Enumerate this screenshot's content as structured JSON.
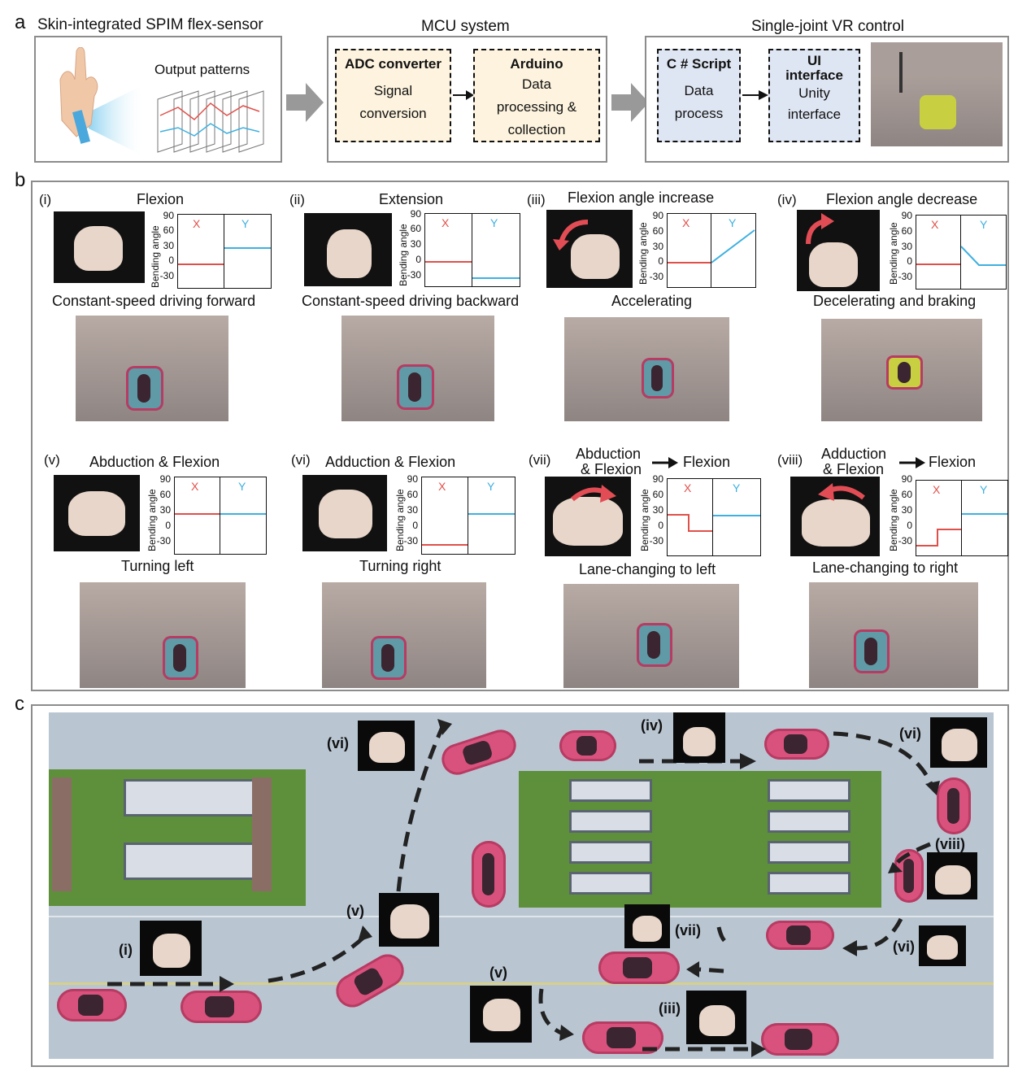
{
  "panel_a": {
    "letter": "a",
    "sensor_title": "Skin-integrated SPIM flex-sensor",
    "output_patterns": "Output patterns",
    "mcu_title": "MCU system",
    "adc_title": "ADC converter",
    "adc_text1": "Signal",
    "adc_text2": "conversion",
    "arduino_title": "Arduino",
    "arduino_text1": "Data",
    "arduino_text2": "processing &",
    "arduino_text3": "collection",
    "vr_title": "Single-joint VR control",
    "cs_title": "C # Script",
    "cs_text1": "Data",
    "cs_text2": "process",
    "ui_title1": "UI",
    "ui_title2": "interface",
    "ui_text1": "Unity",
    "ui_text2": "interface"
  },
  "panel_b": {
    "letter": "b",
    "axis_label": "Bending angle",
    "x_label": "X",
    "y_label": "Y",
    "cells": [
      {
        "roman": "(i)",
        "gesture": "Flexion",
        "action": "Constant-speed driving forward",
        "ticks": [
          "90",
          "60",
          "30",
          "0",
          "-30"
        ]
      },
      {
        "roman": "(ii)",
        "gesture": "Extension",
        "action": "Constant-speed driving backward",
        "ticks": [
          "90",
          "60",
          "30",
          "0",
          "-30"
        ]
      },
      {
        "roman": "(iii)",
        "gesture": "Flexion angle increase",
        "action": "Accelerating",
        "ticks": [
          "90",
          "60",
          "30",
          "0",
          "-30"
        ]
      },
      {
        "roman": "(iv)",
        "gesture": "Flexion angle decrease",
        "action": "Decelerating and braking",
        "ticks": [
          "90",
          "60",
          "30",
          "0",
          "-30"
        ]
      },
      {
        "roman": "(v)",
        "gesture": "Abduction & Flexion",
        "action": "Turning left",
        "ticks": [
          "90",
          "60",
          "30",
          "0",
          "-30"
        ]
      },
      {
        "roman": "(vi)",
        "gesture": "Adduction & Flexion",
        "action": "Turning right",
        "ticks": [
          "90",
          "60",
          "30",
          "0",
          "-30"
        ]
      },
      {
        "roman": "(vii)",
        "gesture": "Abduction",
        "gesture2": "& Flexion",
        "gesture3": "Flexion",
        "action": "Lane-changing to left",
        "ticks": [
          "90",
          "60",
          "30",
          "0",
          "-30"
        ]
      },
      {
        "roman": "(viii)",
        "gesture": "Adduction",
        "gesture2": "& Flexion",
        "gesture3": "Flexion",
        "action": "Lane-changing to right",
        "ticks": [
          "90",
          "60",
          "30",
          "0",
          "-30"
        ]
      }
    ]
  },
  "panel_c": {
    "letter": "c",
    "labels": [
      "(vi)",
      "(iv)",
      "(vi)",
      "(viii)",
      "(v)",
      "(vii)",
      "(vi)",
      "(i)",
      "(v)",
      "(iii)"
    ]
  },
  "colors": {
    "x_signal": "#e0504a",
    "y_signal": "#3fb0e0",
    "box_fill_yellow": "#fdf3de",
    "box_fill_blue": "#dfe6f3",
    "frame": "#8c8c8c"
  }
}
